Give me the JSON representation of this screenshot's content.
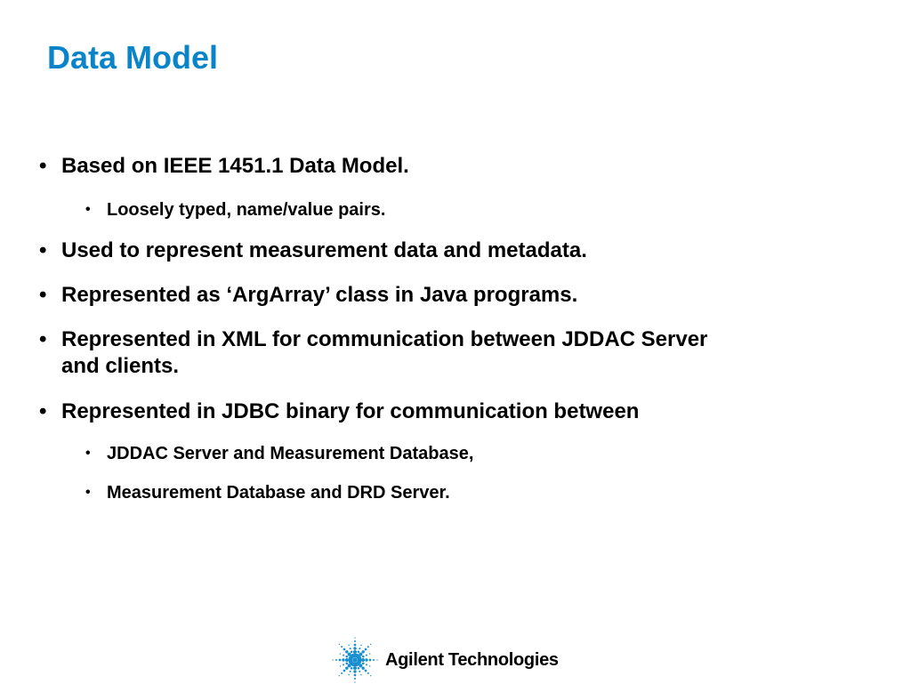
{
  "slide": {
    "title": "Data Model",
    "bullets": [
      {
        "level": 1,
        "text": "Based on IEEE 1451.1 Data Model."
      },
      {
        "level": 2,
        "text": "Loosely typed, name/value pairs."
      },
      {
        "level": 1,
        "text": "Used to represent measurement data and metadata."
      },
      {
        "level": 1,
        "text": "Represented as ‘ArgArray’ class in Java programs."
      },
      {
        "level": 1,
        "text": "Represented in XML for communication between JDDAC Server",
        "continuation": "and clients."
      },
      {
        "level": 1,
        "text": "Represented in JDBC binary for communication between"
      },
      {
        "level": 2,
        "text": "JDDAC Server and Measurement Database,"
      },
      {
        "level": 2,
        "text": "Measurement Database and DRD Server."
      }
    ],
    "bullet_marker": "•"
  },
  "footer": {
    "logo_text": "Agilent Technologies",
    "logo_icon": "agilent-spark-icon"
  },
  "colors": {
    "title": "#0a84c8",
    "logo_blue": "#1a8fd0",
    "text": "#000000",
    "background": "#ffffff"
  }
}
